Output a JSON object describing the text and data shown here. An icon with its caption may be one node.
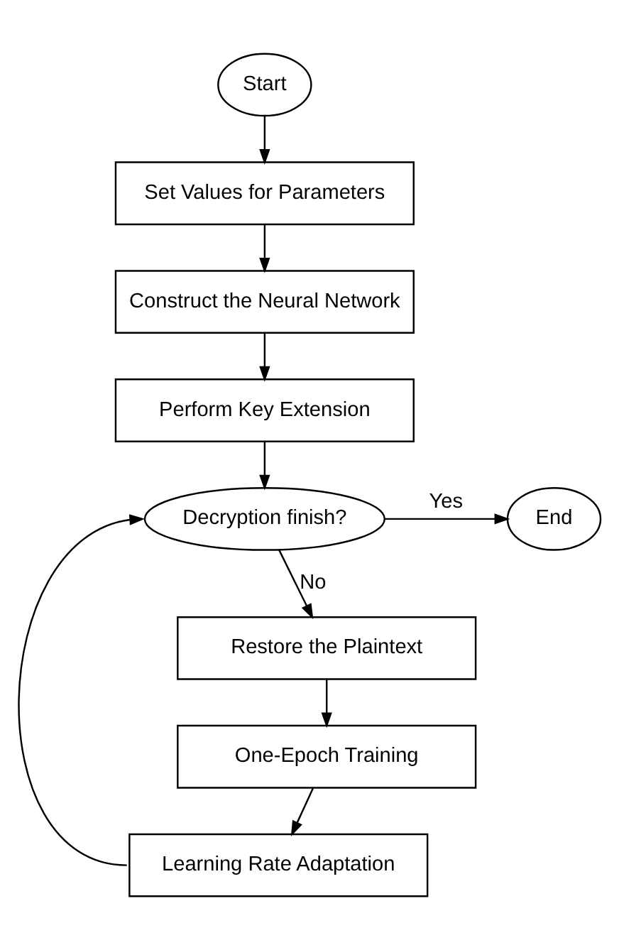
{
  "diagram": {
    "nodes": [
      {
        "text": [
          "Start"
        ]
      },
      {
        "text": [
          "Set Values for Parameters"
        ]
      },
      {
        "text": [
          "Construct the Neural Network"
        ]
      },
      {
        "text": [
          "Perform Key Extension"
        ]
      },
      {
        "text": [
          "Decryption finish?"
        ]
      },
      {
        "text": [
          "End"
        ]
      },
      {
        "text": [
          "Restore the Plaintext"
        ]
      },
      {
        "text": [
          "One-Epoch Training"
        ]
      },
      {
        "text": [
          "Learning Rate Adaptation"
        ]
      }
    ],
    "edges": [
      {
        "from": 0,
        "to": 1,
        "arrow": "to"
      },
      {
        "from": 1,
        "to": 2,
        "arrow": "to"
      },
      {
        "from": 2,
        "to": 3,
        "arrow": "to"
      },
      {
        "from": 3,
        "to": 4,
        "arrow": "to"
      },
      {
        "from": 4,
        "to": 5,
        "arrow": "to",
        "label": "Yes"
      },
      {
        "from": 4,
        "to": 6,
        "arrow": "to",
        "label": "No"
      },
      {
        "from": 6,
        "to": 7,
        "arrow": "to"
      },
      {
        "from": 7,
        "to": 8,
        "arrow": "to"
      },
      {
        "from": 8,
        "to": 4,
        "arrow": "to"
      }
    ]
  }
}
